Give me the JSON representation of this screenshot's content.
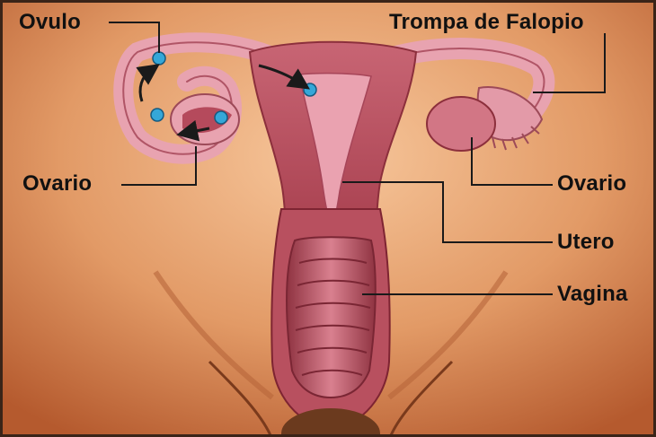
{
  "labels": {
    "ovulo": "Ovulo",
    "trompa": "Trompa de Falopio",
    "ovario_left": "Ovario",
    "ovario_right": "Ovario",
    "utero": "Utero",
    "vagina": "Vagina"
  },
  "colors": {
    "background": "#c36a3c",
    "background_glow": "#f2b88c",
    "tissue": "#c9697a",
    "tissue_light": "#e8a3b0",
    "tissue_dark": "#8c2f3c",
    "ovum": "#35a7d8",
    "leader_line": "#1a1a1a"
  }
}
